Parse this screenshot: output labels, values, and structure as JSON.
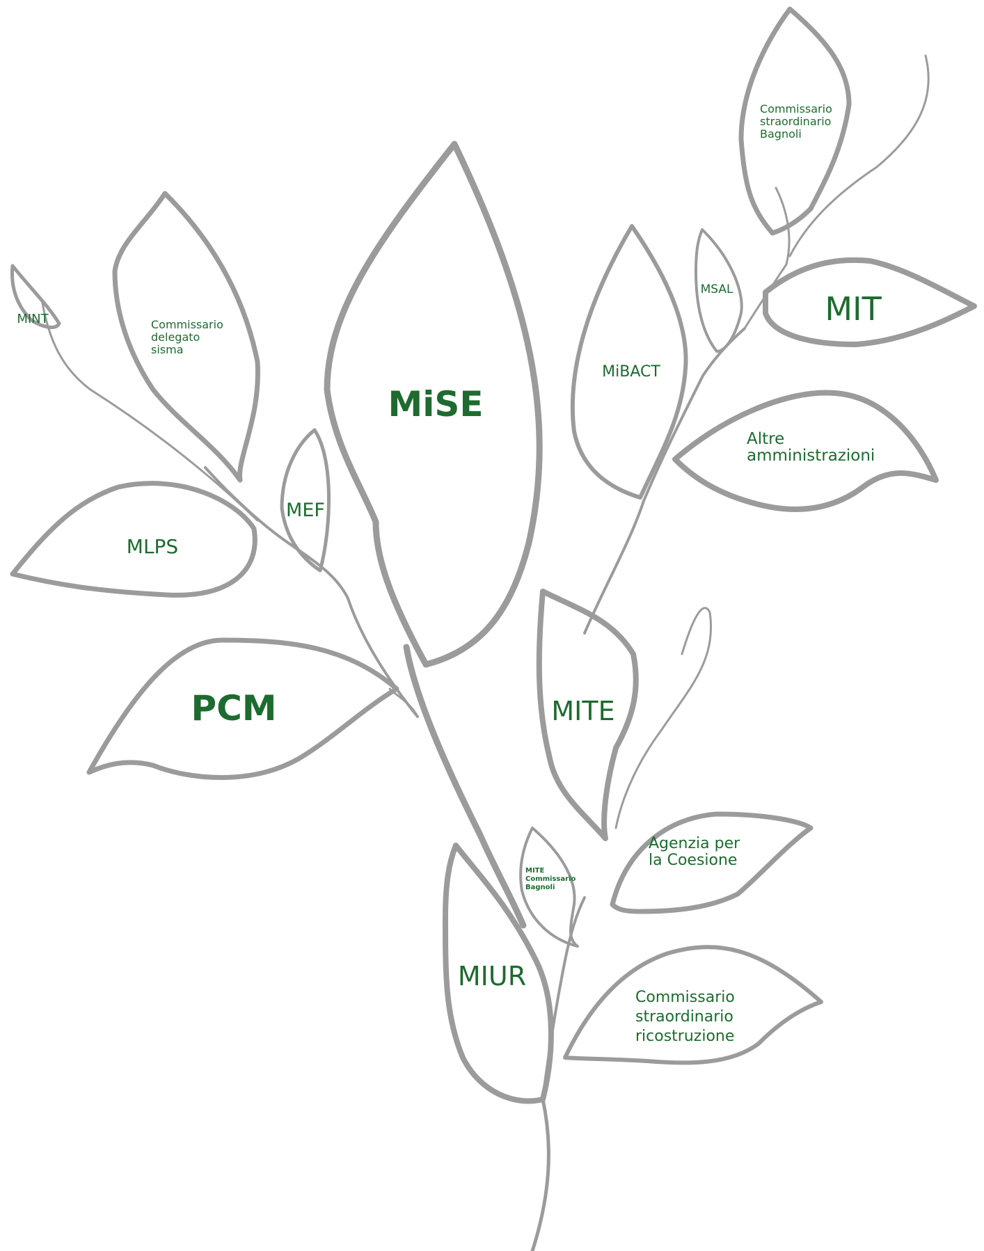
{
  "colors": {
    "leaf_stroke": "#9b9b9b",
    "label": "#1d6b2f",
    "background": "#ffffff"
  },
  "leaves": {
    "mise": {
      "label": "MiSE"
    },
    "pcm": {
      "label": "PCM"
    },
    "mit": {
      "label": "MIT"
    },
    "mite": {
      "label": "MITE"
    },
    "miur": {
      "label": "MIUR"
    },
    "mlps": {
      "label": "MLPS"
    },
    "mef": {
      "label": "MEF"
    },
    "mibact": {
      "label": "MiBACT"
    },
    "msal": {
      "label": "MSAL"
    },
    "mint": {
      "label": "MINT"
    },
    "altre_amministrazioni": {
      "lines": [
        "Altre",
        "amministrazioni"
      ]
    },
    "agenzia_coesione": {
      "lines": [
        "Agenzia per",
        "la Coesione"
      ]
    },
    "commissario_sisma": {
      "lines": [
        "Commissario",
        "delegato",
        "sisma"
      ]
    },
    "commissario_bagnoli": {
      "lines": [
        "Commissario",
        "straordinario",
        "Bagnoli"
      ]
    },
    "commissario_ricostruzione": {
      "lines": [
        "Commissario",
        "straordinario",
        "ricostruzione"
      ]
    },
    "mite_commissario_bagnoli": {
      "lines": [
        "MITE",
        "Commissario",
        "Bagnoli"
      ]
    }
  }
}
